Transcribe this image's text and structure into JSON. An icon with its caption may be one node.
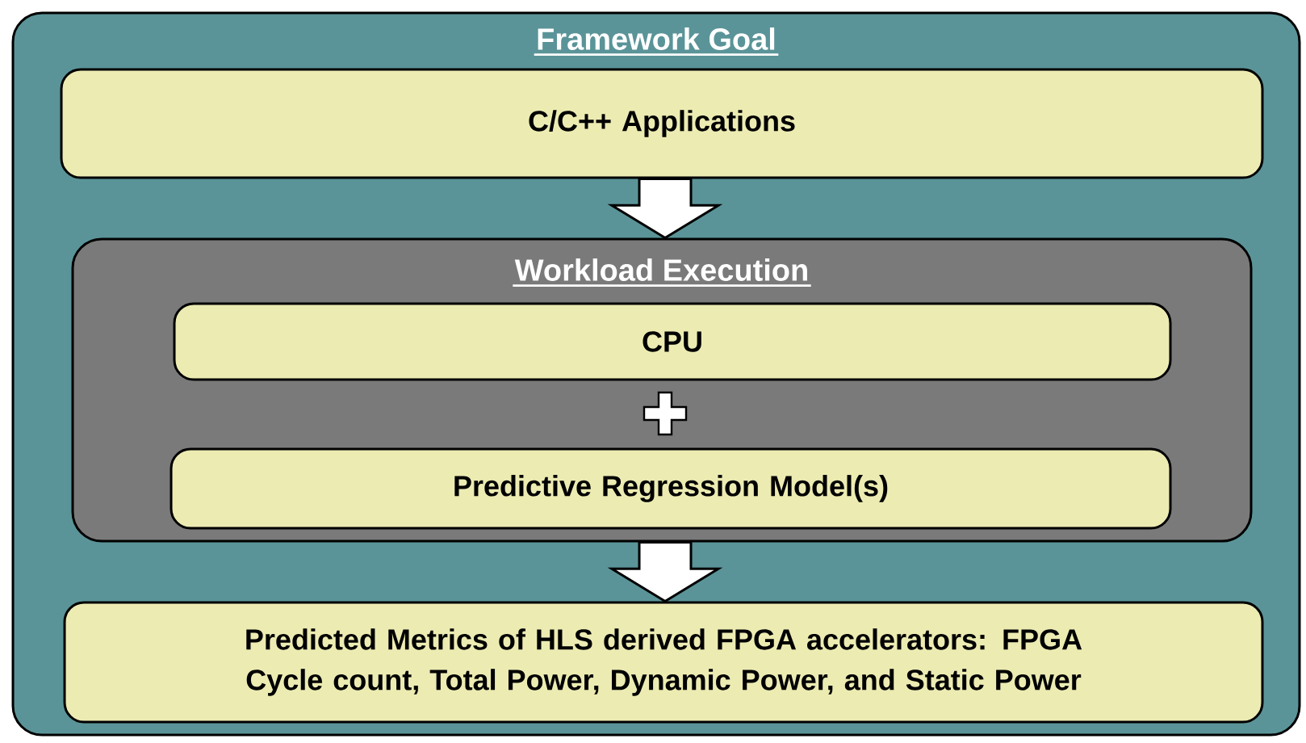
{
  "diagram": {
    "nodes": [
      {
        "text": [
          "Framework Goal"
        ]
      },
      {
        "text": [
          "C/C++ Applications"
        ],
        "in": 0
      },
      {
        "text": [
          "Workload Execution"
        ],
        "in": 0
      },
      {
        "text": [
          "CPU"
        ],
        "in": 2
      },
      {
        "text": [
          "Predictive Regression Model(s)"
        ],
        "in": 2
      },
      {
        "text": [
          "Predicted Metrics of HLS derived FPGA accelerators: FPGA Cycle count, Total Power, Dynamic Power, and Static Power"
        ],
        "in": 0
      }
    ],
    "edges": [
      {
        "from": 1,
        "to": 2,
        "arrow": "to"
      },
      {
        "from": 2,
        "to": 5,
        "arrow": "to"
      }
    ]
  }
}
